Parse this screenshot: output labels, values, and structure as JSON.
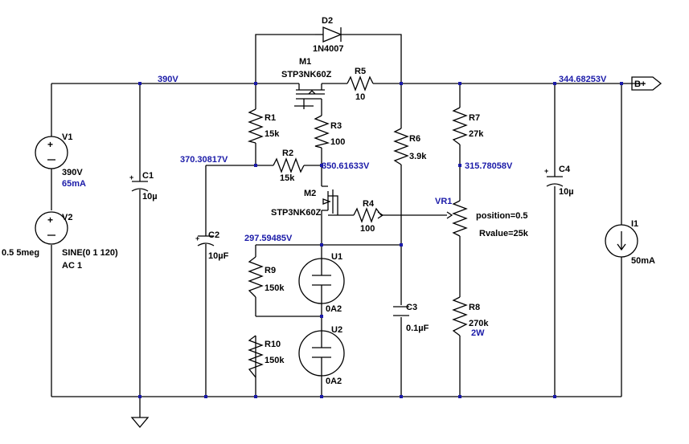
{
  "net_labels": {
    "supply": "390V",
    "output": "344.68253V",
    "gate_divider": "370.30817V",
    "m1_source": "350.61633V",
    "vr1_wiper": "315.78058V",
    "tube_stack": "297.59485V",
    "port": "B+"
  },
  "components": {
    "V1": {
      "name": "V1",
      "value": "390V",
      "current": "65mA"
    },
    "V2": {
      "name": "V2",
      "value": "SINE(0 1 120)",
      "ac": "AC 1",
      "left_note": "0.5 5meg"
    },
    "C1": {
      "name": "C1",
      "value": "10µ"
    },
    "C2": {
      "name": "C2",
      "value": "10µF"
    },
    "C3": {
      "name": "C3",
      "value": "0.1µF"
    },
    "C4": {
      "name": "C4",
      "value": "10µ"
    },
    "D2": {
      "name": "D2",
      "value": "1N4007"
    },
    "M1": {
      "name": "M1",
      "value": "STP3NK60Z"
    },
    "M2": {
      "name": "M2",
      "value": "STP3NK60Z"
    },
    "R1": {
      "name": "R1",
      "value": "15k"
    },
    "R2": {
      "name": "R2",
      "value": "15k"
    },
    "R3": {
      "name": "R3",
      "value": "100"
    },
    "R4": {
      "name": "R4",
      "value": "100"
    },
    "R5": {
      "name": "R5",
      "value": "10"
    },
    "R6": {
      "name": "R6",
      "value": "3.9k"
    },
    "R7": {
      "name": "R7",
      "value": "27k"
    },
    "R8": {
      "name": "R8",
      "value": "270k",
      "power": "2W"
    },
    "R9": {
      "name": "R9",
      "value": "150k"
    },
    "R10": {
      "name": "R10",
      "value": "150k"
    },
    "U1": {
      "name": "U1",
      "value": "0A2"
    },
    "U2": {
      "name": "U2",
      "value": "0A2"
    },
    "VR1": {
      "name": "VR1",
      "position": "position=0.5",
      "rvalue": "Rvalue=25k"
    },
    "I1": {
      "name": "I1",
      "value": "50mA"
    }
  }
}
